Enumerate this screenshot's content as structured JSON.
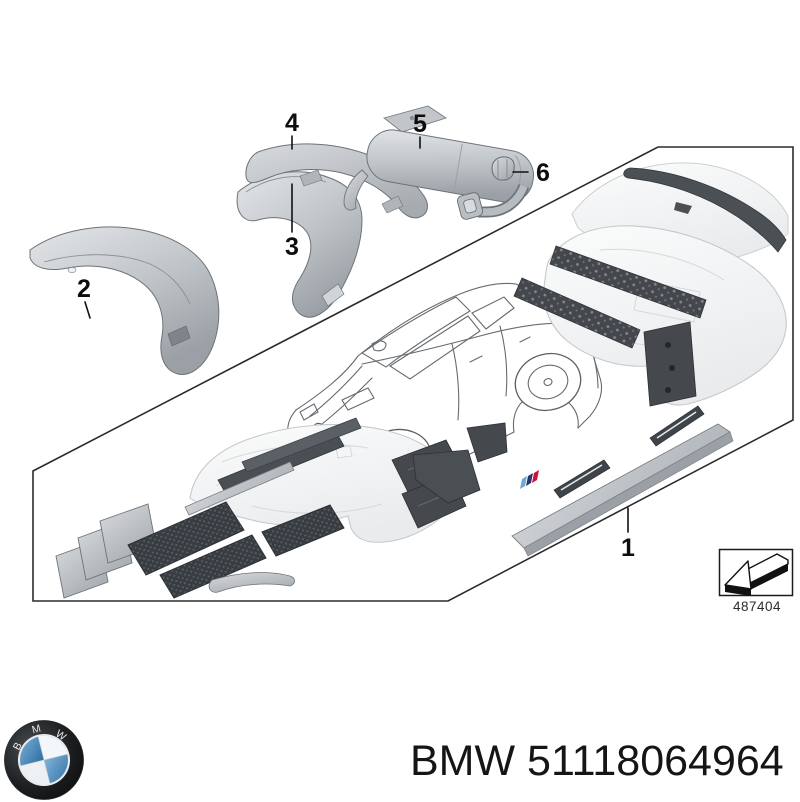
{
  "diagram": {
    "callouts": {
      "c1": "1",
      "c2": "2",
      "c3": "3",
      "c4": "4",
      "c5": "5",
      "c6": "6"
    },
    "callout_parts": {
      "1": "side-skirt-illustration",
      "2": "front-bumper-illustration",
      "3": "rear-bumper-lower-part-illustration",
      "4": "rear-bumper-trim-illustration",
      "5": "rear-silencer-illustration",
      "6": "exhaust-clamp-illustration"
    },
    "ref_box": {
      "code": "487404",
      "icon": "direction-of-travel-arrow-icon"
    }
  },
  "footer": {
    "part_title": "BMW 51118064964",
    "logo": {
      "letter_b": "B",
      "letter_m": "M",
      "letter_w": "W"
    }
  },
  "colors": {
    "roundel_blue": "#3d7fb4",
    "outline": "#2b2b2b",
    "dark_part": "#45494e",
    "light_part": "#f6f7f8",
    "mid_gray_part": "#c3c7cb"
  }
}
